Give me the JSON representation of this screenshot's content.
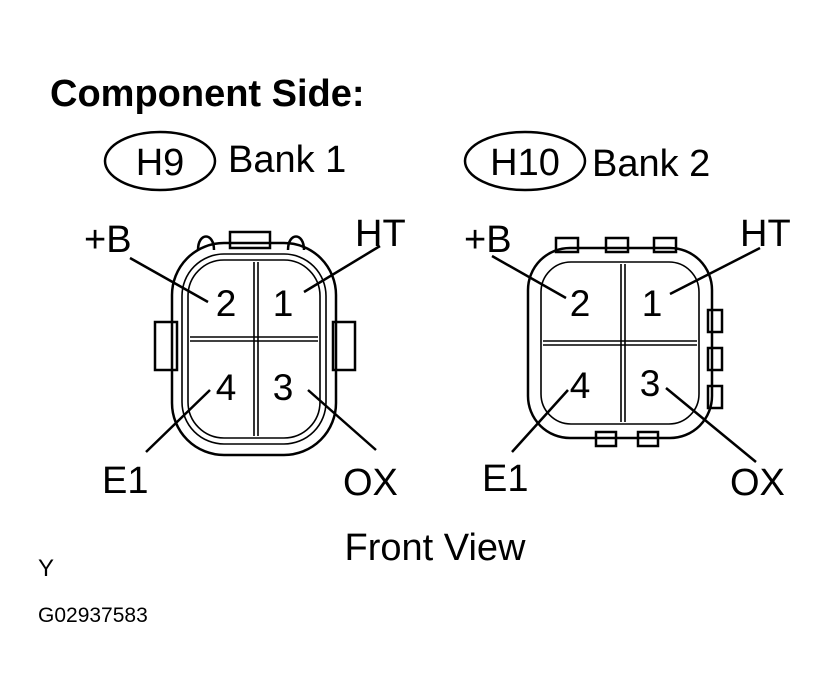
{
  "title": "Component Side:",
  "connectors": [
    {
      "id": "H9",
      "bank": "Bank 1",
      "pins": {
        "p1": "1",
        "p2": "2",
        "p3": "3",
        "p4": "4"
      },
      "signals": {
        "top_left": "+B",
        "top_right": "HT",
        "bottom_left": "E1",
        "bottom_right": "OX"
      }
    },
    {
      "id": "H10",
      "bank": "Bank 2",
      "pins": {
        "p1": "1",
        "p2": "2",
        "p3": "3",
        "p4": "4"
      },
      "signals": {
        "top_left": "+B",
        "top_right": "HT",
        "bottom_left": "E1",
        "bottom_right": "OX"
      }
    }
  ],
  "view_label": "Front View",
  "footer": {
    "letter": "Y",
    "code": "G02937583"
  }
}
